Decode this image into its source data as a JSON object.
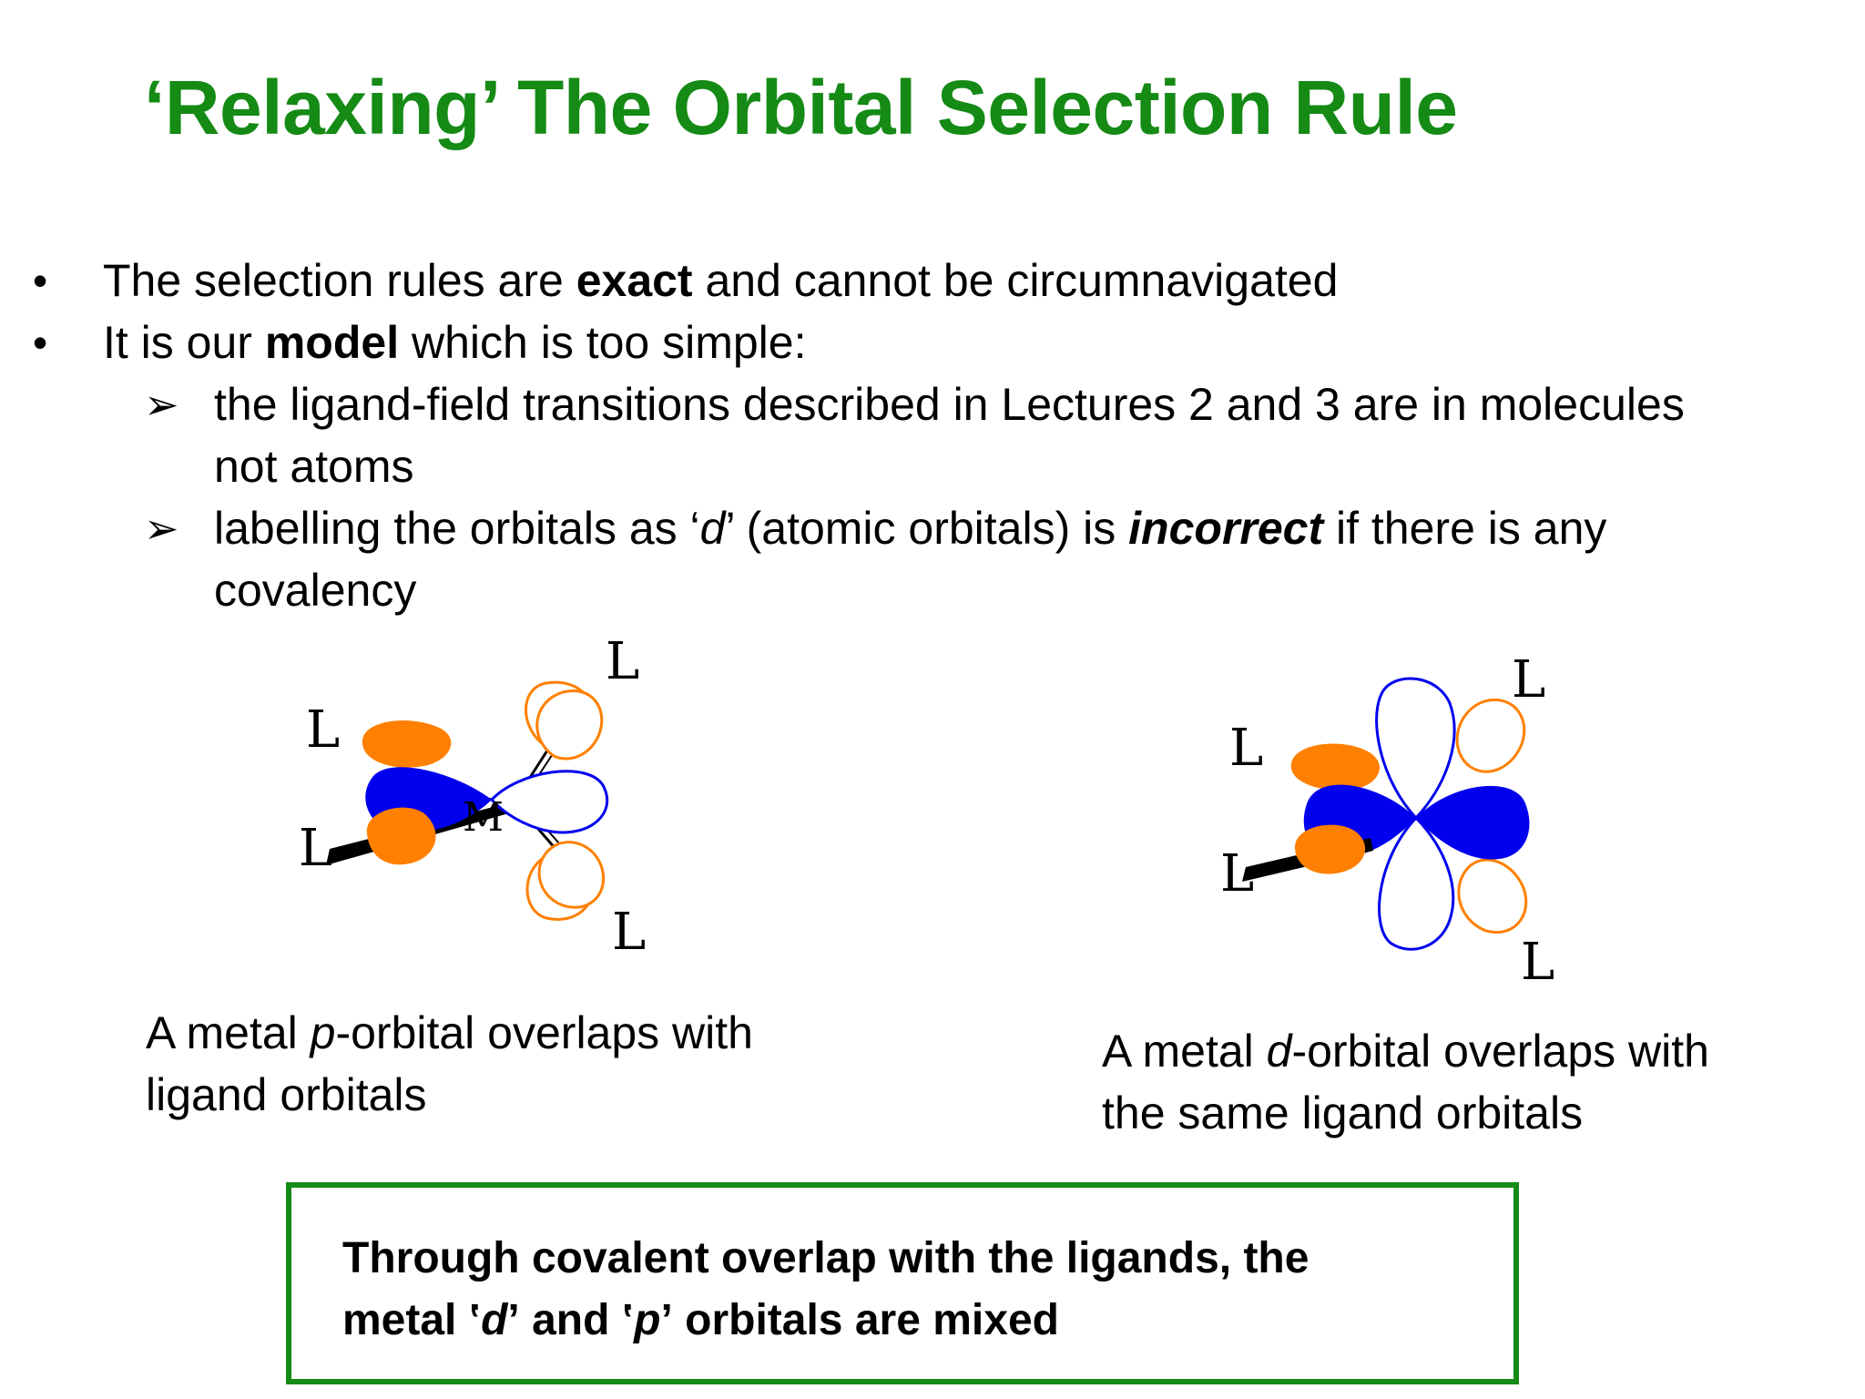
{
  "title": "‘Relaxing’ The Orbital Selection Rule",
  "bullets": [
    {
      "pre": "The selection rules are ",
      "bold": "exact",
      "post": " and cannot be circumnavigated"
    },
    {
      "pre": "It is our ",
      "bold": "model",
      "post": " which is too simple:"
    }
  ],
  "sub_bullets": [
    {
      "line1": "the ligand-field transitions described in Lectures 2 and 3 are in molecules",
      "line2": "not atoms"
    },
    {
      "pre": "labelling the orbitals as ‘",
      "italic": "d",
      "mid": "’ (atomic orbitals) is ",
      "bold_italic": "incorrect",
      "post": " if there is any",
      "line2": "covalency"
    }
  ],
  "diagram_labels": {
    "ligand": "L",
    "metal": "M"
  },
  "captions": {
    "left": {
      "pre": "A metal ",
      "italic": "p",
      "post": "-orbital overlaps with",
      "line2": "ligand orbitals"
    },
    "right": {
      "pre": "A metal ",
      "italic": "d",
      "post": "-orbital overlaps with",
      "line2": "the same ligand orbitals"
    }
  },
  "callout": {
    "line1": "Through covalent overlap with the ligands, the",
    "line2_pre": "metal ",
    "d": "d",
    "and": " and ",
    "p": "p",
    "line2_post": " orbitals are mixed",
    "open_quote": "ʽ",
    "close_quote": "ʼ"
  },
  "colors": {
    "title": "#158a15",
    "orbital_blue": "#0000ee",
    "ligand_orange": "#ff8000",
    "border": "#158a15"
  },
  "icons": {
    "bullet": "•",
    "sub_bullet": "➢"
  }
}
